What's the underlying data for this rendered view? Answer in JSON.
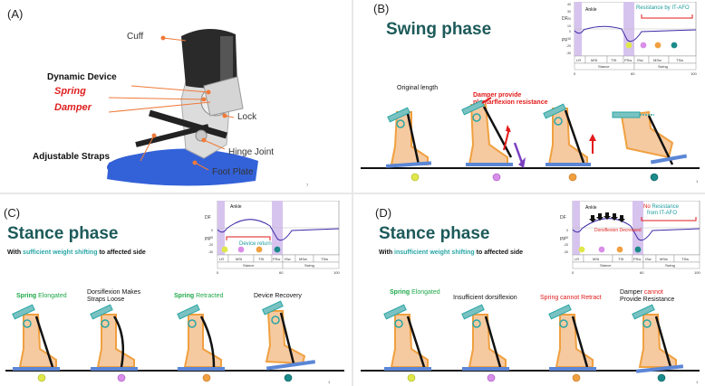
{
  "panel_a": {
    "label": "(A)",
    "callouts": {
      "cuff": "Cuff",
      "dynamic_device": "Dynamic Device",
      "spring": "Spring",
      "damper": "Damper",
      "lock": "Lock",
      "hinge_joint": "Hinge Joint",
      "adjustable_straps": "Adjustable Straps",
      "foot_plate": "Foot Plate"
    },
    "page_num": "7"
  },
  "panel_b": {
    "label": "(B)",
    "title": "Swing phase",
    "chart_label": "Ankle",
    "annotation": "Resistance by IT-AFO",
    "captions": {
      "original_length": "Original length",
      "damper": "Damper provide plantarflexion resistance"
    },
    "page_num": "1"
  },
  "panel_c": {
    "label": "(C)",
    "title": "Stance phase",
    "subtitle_prefix": "With ",
    "subtitle_highlight": "sufficient weight shifting",
    "subtitle_suffix": " to affected side",
    "chart_label": "Ankle",
    "annotation": "Device return",
    "captions": {
      "c1_a": "Spring",
      "c1_b": " Elongated",
      "c2_a": "Dorsiflexion Makes",
      "c2_b": "Straps Loose",
      "c3_a": "Spring",
      "c3_b": " Retracted",
      "c4": "Device Recovery"
    },
    "page_num": "1"
  },
  "panel_d": {
    "label": "(D)",
    "title": "Stance phase",
    "subtitle_prefix": "With ",
    "subtitle_highlight": "insufficient weight shifting",
    "subtitle_suffix": " to affected side",
    "chart_label": "Ankle",
    "annotation_red": "No",
    "annotation_rest": " Resistance",
    "annotation_line2": "from IT-AFO",
    "dorsi_label": "Dorsiflexion Decreased",
    "captions": {
      "c1_a": "Spring",
      "c1_b": " Elongated",
      "c2": "Insufficient dorsiflexion",
      "c3": "Spring cannot Retract",
      "c4_a": "Damper ",
      "c4_b": "cannot",
      "c4_c": "Provide Resistance"
    },
    "page_num": "1"
  },
  "gait_chart": {
    "y_axis": {
      "df_label": "DF",
      "pf_label": "PF",
      "ticks": [
        "40",
        "30",
        "20",
        "10",
        "0",
        "-10",
        "-20",
        "-30"
      ]
    },
    "phases": [
      "LR",
      "MSt",
      "TSt",
      "PSw",
      "ISw",
      "MSw",
      "TSw"
    ],
    "groups": [
      "Stance",
      "Swing"
    ],
    "x_ticks": [
      "0",
      "60",
      "100"
    ]
  },
  "colors": {
    "title": "#1d5a5a",
    "highlight": "#2aa6a6",
    "green": "#1fa84a",
    "red": "#e21a1a",
    "dot_yellow": "#dfe84a",
    "dot_purple": "#d98ee8",
    "dot_orange": "#f0a040",
    "dot_teal": "#1a8a8a"
  }
}
